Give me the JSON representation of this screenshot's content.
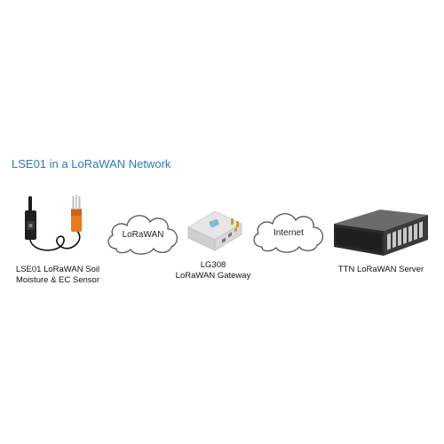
{
  "diagram": {
    "title": "LSE01 in a LoRaWAN Network",
    "nodes": {
      "sensor": {
        "caption_line1": "LSE01 LoRaWAN Soil",
        "caption_line2": "Moisture & EC Sensor",
        "icon": "soil-sensor-icon"
      },
      "cloud_lorawan": {
        "label": "LoRaWAN",
        "icon": "cloud-icon"
      },
      "gateway": {
        "caption_line1": "LG308",
        "caption_line2": "LoRaWAN Gateway",
        "icon": "gateway-icon"
      },
      "cloud_internet": {
        "label": "Internet",
        "icon": "cloud-icon"
      },
      "server": {
        "caption_line1": "TTN LoRaWAN Server",
        "icon": "rack-server-icon"
      }
    },
    "colors": {
      "title": "#2e79b5",
      "sensor_accent": "#e87a1d",
      "cloud_stroke": "#555555"
    }
  }
}
